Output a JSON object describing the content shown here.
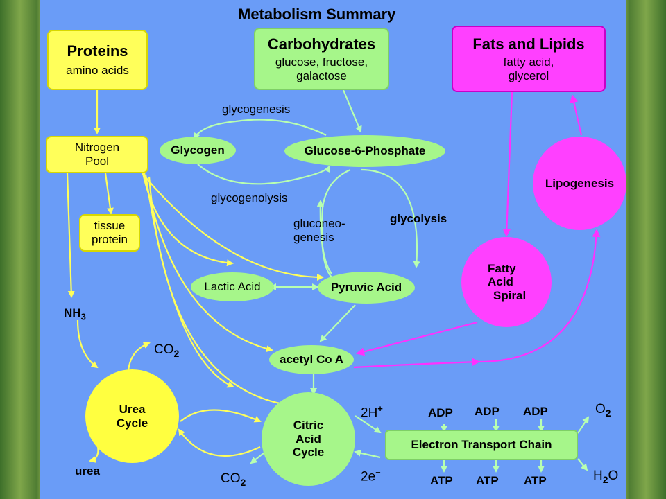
{
  "title": "Metabolism Summary",
  "proteins": {
    "title": "Proteins",
    "sub": "amino acids"
  },
  "carbohydrates": {
    "title": "Carbohydrates",
    "sub1": "glucose, fructose,",
    "sub2": "galactose"
  },
  "fats": {
    "title": "Fats and Lipids",
    "sub1": "fatty acid,",
    "sub2": "glycerol"
  },
  "nitrogen_pool": {
    "line1": "Nitrogen",
    "line2": "Pool"
  },
  "tissue_protein": {
    "line1": "tissue",
    "line2": "protein"
  },
  "glycogen": "Glycogen",
  "g6p": "Glucose-6-Phosphate",
  "lactic_acid": "Lactic Acid",
  "pyruvic_acid": "Pyruvic Acid",
  "acetyl_coa": "acetyl Co A",
  "lipogenesis": "Lipogenesis",
  "fatty_acid_spiral": {
    "line1": "Fatty",
    "line2": "Acid",
    "line3": "Spiral"
  },
  "urea_cycle": {
    "line1": "Urea",
    "line2": "Cycle"
  },
  "citric_acid_cycle": {
    "line1": "Citric",
    "line2": "Acid",
    "line3": "Cycle"
  },
  "etc": "Electron Transport Chain",
  "labels": {
    "glycogenesis": "glycogenesis",
    "glycogenolysis": "glycogenolysis",
    "gluconeo1": "gluconeo-",
    "gluconeo2": "genesis",
    "glycolysis": "glycolysis",
    "nh3_base": "NH",
    "nh3_sub": "3",
    "co2_base": "CO",
    "co2_sub": "2",
    "urea": "urea",
    "h2_base": "2H",
    "h2_sup": "+",
    "e2_base": "2e",
    "e2_sup": "−",
    "adp": "ADP",
    "atp": "ATP",
    "o2_base": "O",
    "o2_sub": "2",
    "h2o_a": "H",
    "h2o_sub": "2",
    "h2o_b": "O"
  },
  "colors": {
    "panel": "#6a9cf7",
    "yellow": "#ffff5a",
    "green": "#a6f68a",
    "magenta": "#ff40ff",
    "yellow_arrow": "#ffff5a",
    "green_arrow": "#b8ffb0",
    "magenta_arrow": "#ff30ff"
  }
}
